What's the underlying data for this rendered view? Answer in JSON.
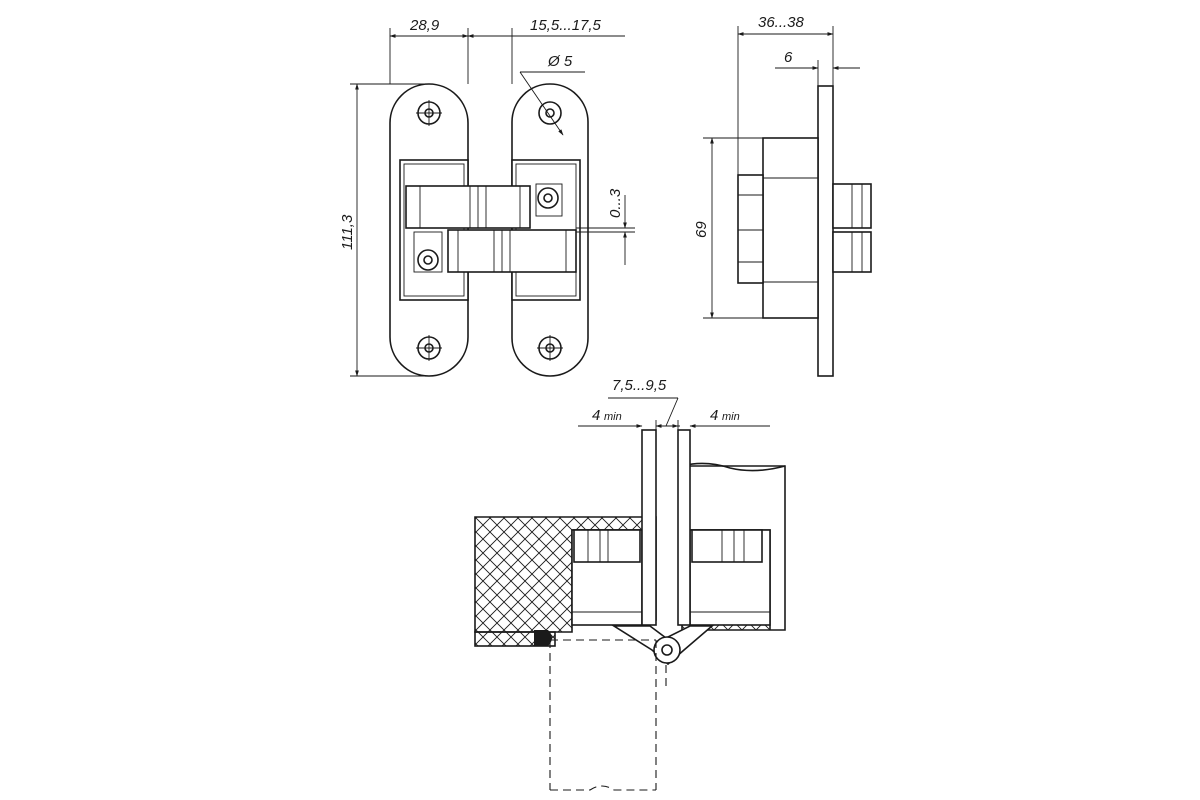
{
  "dimensions": {
    "width_top": "28,9",
    "offset_range": "15,5...17,5",
    "hole_diameter": "Ø 5",
    "height_total": "111,3",
    "adjust_range": "0...3",
    "depth_range": "36...38",
    "plate_thickness": "6",
    "body_height": "69",
    "gap_range": "7,5...9,5",
    "clearance_left_value": "4",
    "clearance_left_unit": "min",
    "clearance_right_value": "4",
    "clearance_right_unit": "min"
  }
}
